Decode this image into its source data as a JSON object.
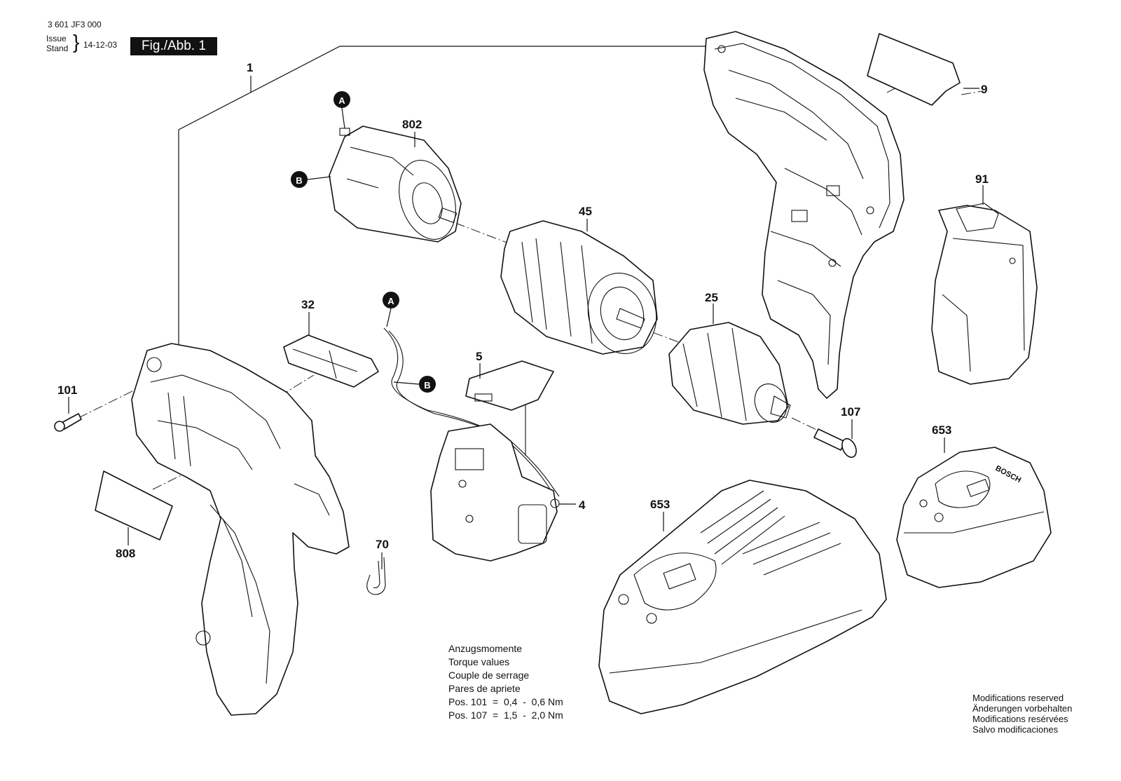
{
  "header": {
    "doc_number": "3 601 JF3 000",
    "issue_label": "Issue",
    "stand_label": "Stand",
    "issue_date": "14-12-03",
    "figure_label": "Fig./Abb. 1"
  },
  "callouts": {
    "p1": "1",
    "p9": "9",
    "p802": "802",
    "p91": "91",
    "p45": "45",
    "p25": "25",
    "p32": "32",
    "p101": "101",
    "p5": "5",
    "p107": "107",
    "p653a": "653",
    "p653b": "653",
    "p4": "4",
    "p808": "808",
    "p70": "70"
  },
  "markers": {
    "a1": "A",
    "b1": "B",
    "a2": "A",
    "b2": "B"
  },
  "torque": {
    "lines": [
      "Anzugsmomente",
      "Torque values",
      "Couple de serrage",
      "Pares de apriete"
    ],
    "pos101": "Pos. 101  =  0,4  -  0,6 Nm",
    "pos107": "Pos. 107  =  1,5  -  2,0 Nm"
  },
  "modifications": [
    "Modifications reserved",
    "Änderungen vorbehalten",
    "Modifications resérvées",
    "Salvo modificaciones"
  ],
  "charger_brand": "BOSCH"
}
